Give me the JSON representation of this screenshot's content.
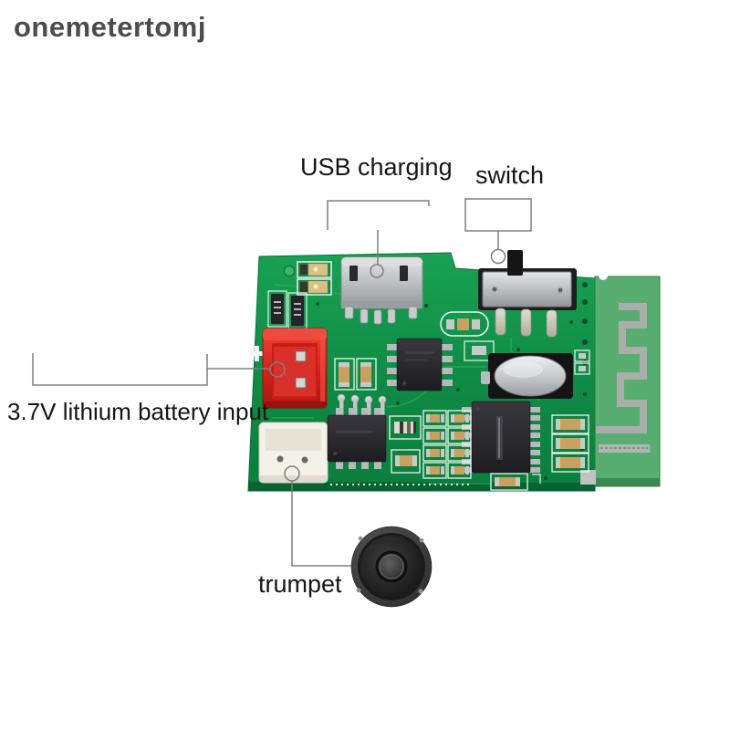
{
  "watermark": {
    "text": "onemetertomj"
  },
  "labels": {
    "usb_charging": "USB charging",
    "switch": "switch",
    "battery_input": "3.7V lithium battery input",
    "trumpet": "trumpet"
  },
  "colors": {
    "background": "#ffffff",
    "pcb_green": "#12914a",
    "module_green": "#58ad70",
    "antenna_gray": "#a9aeab",
    "connector_red": "#d6241c",
    "connector_white": "#f3f1ea",
    "metal_silver": "#c3c6c8",
    "chip_black": "#26262a",
    "smd_tan": "#c9a061",
    "speaker_black": "#1e1e1e",
    "annotation_line": "#7e7e7e",
    "label_text": "#151515",
    "watermark_text": "#4c4c4c"
  },
  "parts": [
    "green-pcb-board",
    "bluetooth-antenna-module",
    "micro-usb-port",
    "power-switch",
    "battery-connector-red",
    "speaker-connector-white",
    "charging-ic",
    "audio-amplifier-ic",
    "bluetooth-ic",
    "crystal-oscillator",
    "status-leds",
    "speaker"
  ]
}
